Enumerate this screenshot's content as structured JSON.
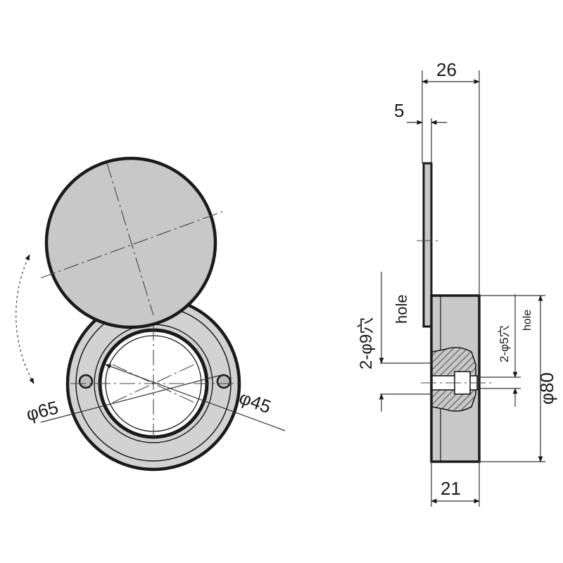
{
  "colors": {
    "line": "#1a1a1a",
    "face_fill": "#c8c8c8",
    "ring_fill": "#d2d2d2",
    "hatch": "#555555",
    "background": "#ffffff"
  },
  "front_view": {
    "outer_diameter_label": "φ65",
    "inner_diameter_label": "φ45"
  },
  "side_view": {
    "total_depth_label": "26",
    "cover_thickness_label": "5",
    "body_depth_label": "21",
    "height_label": "φ80",
    "large_hole_label": "2-φ9穴",
    "large_hole_sub": "hole",
    "small_hole_label": "2-φ5穴",
    "small_hole_sub": "hole"
  }
}
